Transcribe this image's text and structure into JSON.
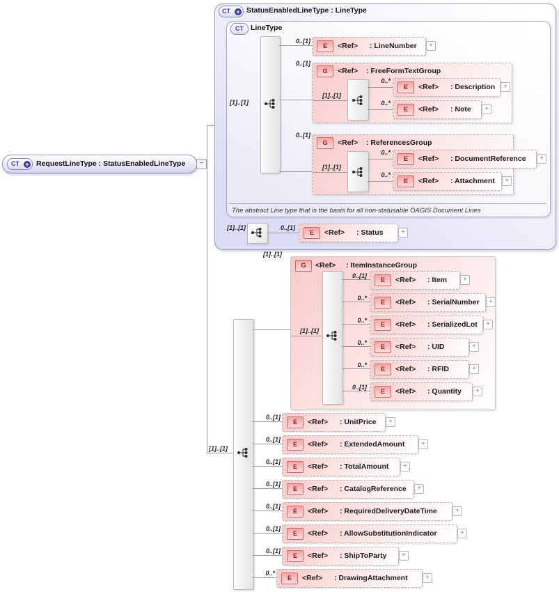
{
  "icons": {
    "plus": "+",
    "minus": "−"
  },
  "root_element": {
    "badge": "CT",
    "badge_plus": "+",
    "title": "RequestLineType : StatusEnabledLineType"
  },
  "base_box": {
    "badge": "CT",
    "badge_plus": "+",
    "title": "StatusEnabledLineType : LineType",
    "status_seq_card": "[1]..[1]",
    "linetype": {
      "badge": "CT",
      "title": "LineType",
      "seq_card": "[1]..[1]",
      "annotation": "The abstract Line type that is the basis for all non-statusable OAGIS Document Lines",
      "line_number": {
        "card": "0..[1]",
        "badge": "E",
        "ref": "<Ref>",
        "name": ": LineNumber"
      },
      "fftg": {
        "card": "0..[1]",
        "badge": "G",
        "ref": "<Ref>",
        "name": ": FreeFormTextGroup",
        "seq_card": "[1]..[1]",
        "description": {
          "card": "0..*",
          "badge": "E",
          "ref": "<Ref>",
          "name": ": Description"
        },
        "note": {
          "card": "0..*",
          "badge": "E",
          "ref": "<Ref>",
          "name": ": Note"
        }
      },
      "refg": {
        "card": "0..[1]",
        "badge": "G",
        "ref": "<Ref>",
        "name": ": ReferencesGroup",
        "seq_card": "[1]..[1]",
        "document_reference": {
          "card": "0..*",
          "badge": "E",
          "ref": "<Ref>",
          "name": ": DocumentReference"
        },
        "attachment": {
          "card": "0..*",
          "badge": "E",
          "ref": "<Ref>",
          "name": ": Attachment"
        }
      }
    },
    "status": {
      "card": "0..[1]",
      "badge": "E",
      "ref": "<Ref>",
      "name": ": Status"
    }
  },
  "extension": {
    "seq_card": "[1]..[1]",
    "iig": {
      "card": "[1]..[1]",
      "badge": "G",
      "ref": "<Ref>",
      "name": ": ItemInstanceGroup",
      "seq_card": "[1]..[1]",
      "children": [
        {
          "card": "0..[1]",
          "badge": "E",
          "ref": "<Ref>",
          "name": ": Item"
        },
        {
          "card": "0..*",
          "badge": "E",
          "ref": "<Ref>",
          "name": ": SerialNumber"
        },
        {
          "card": "0..*",
          "badge": "E",
          "ref": "<Ref>",
          "name": ": SerializedLot"
        },
        {
          "card": "0..*",
          "badge": "E",
          "ref": "<Ref>",
          "name": ": UID"
        },
        {
          "card": "0..*",
          "badge": "E",
          "ref": "<Ref>",
          "name": ": RFID"
        },
        {
          "card": "0..[1]",
          "badge": "E",
          "ref": "<Ref>",
          "name": ": Quantity"
        }
      ]
    },
    "children": [
      {
        "card": "0..[1]",
        "badge": "E",
        "ref": "<Ref>",
        "name": ": UnitPrice"
      },
      {
        "card": "0..[1]",
        "badge": "E",
        "ref": "<Ref>",
        "name": ": ExtendedAmount"
      },
      {
        "card": "0..[1]",
        "badge": "E",
        "ref": "<Ref>",
        "name": ": TotalAmount"
      },
      {
        "card": "0..[1]",
        "badge": "E",
        "ref": "<Ref>",
        "name": ": CatalogReference"
      },
      {
        "card": "0..[1]",
        "badge": "E",
        "ref": "<Ref>",
        "name": ": RequiredDeliveryDateTime"
      },
      {
        "card": "0..[1]",
        "badge": "E",
        "ref": "<Ref>",
        "name": ": AllowSubstitutionIndicator"
      },
      {
        "card": "0..[1]",
        "badge": "E",
        "ref": "<Ref>",
        "name": ": ShipToParty"
      },
      {
        "card": "0..*",
        "badge": "E",
        "ref": "<Ref>",
        "name": ": DrawingAttachment"
      }
    ]
  }
}
